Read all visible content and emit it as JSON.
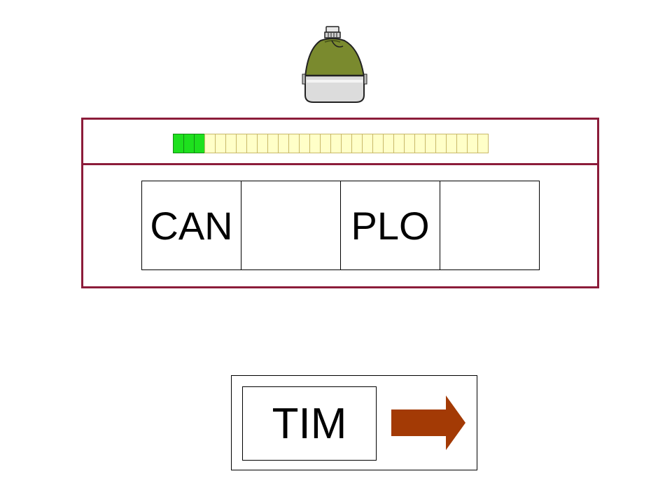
{
  "game": {
    "image_icon": "canteen-icon",
    "progress": {
      "completed": 3,
      "total": 30
    },
    "slots": [
      "CAN",
      "",
      "PLO",
      ""
    ],
    "choice": "TIM",
    "next_icon": "right-arrow-icon"
  },
  "colors": {
    "frame": "#8c1c3a",
    "progress_done": "#1ee01e",
    "progress_todo": "#ffffc8",
    "arrow": "#a33a05",
    "canteen_body": "#7a8a2e",
    "canteen_cup": "#d9d9d9"
  }
}
